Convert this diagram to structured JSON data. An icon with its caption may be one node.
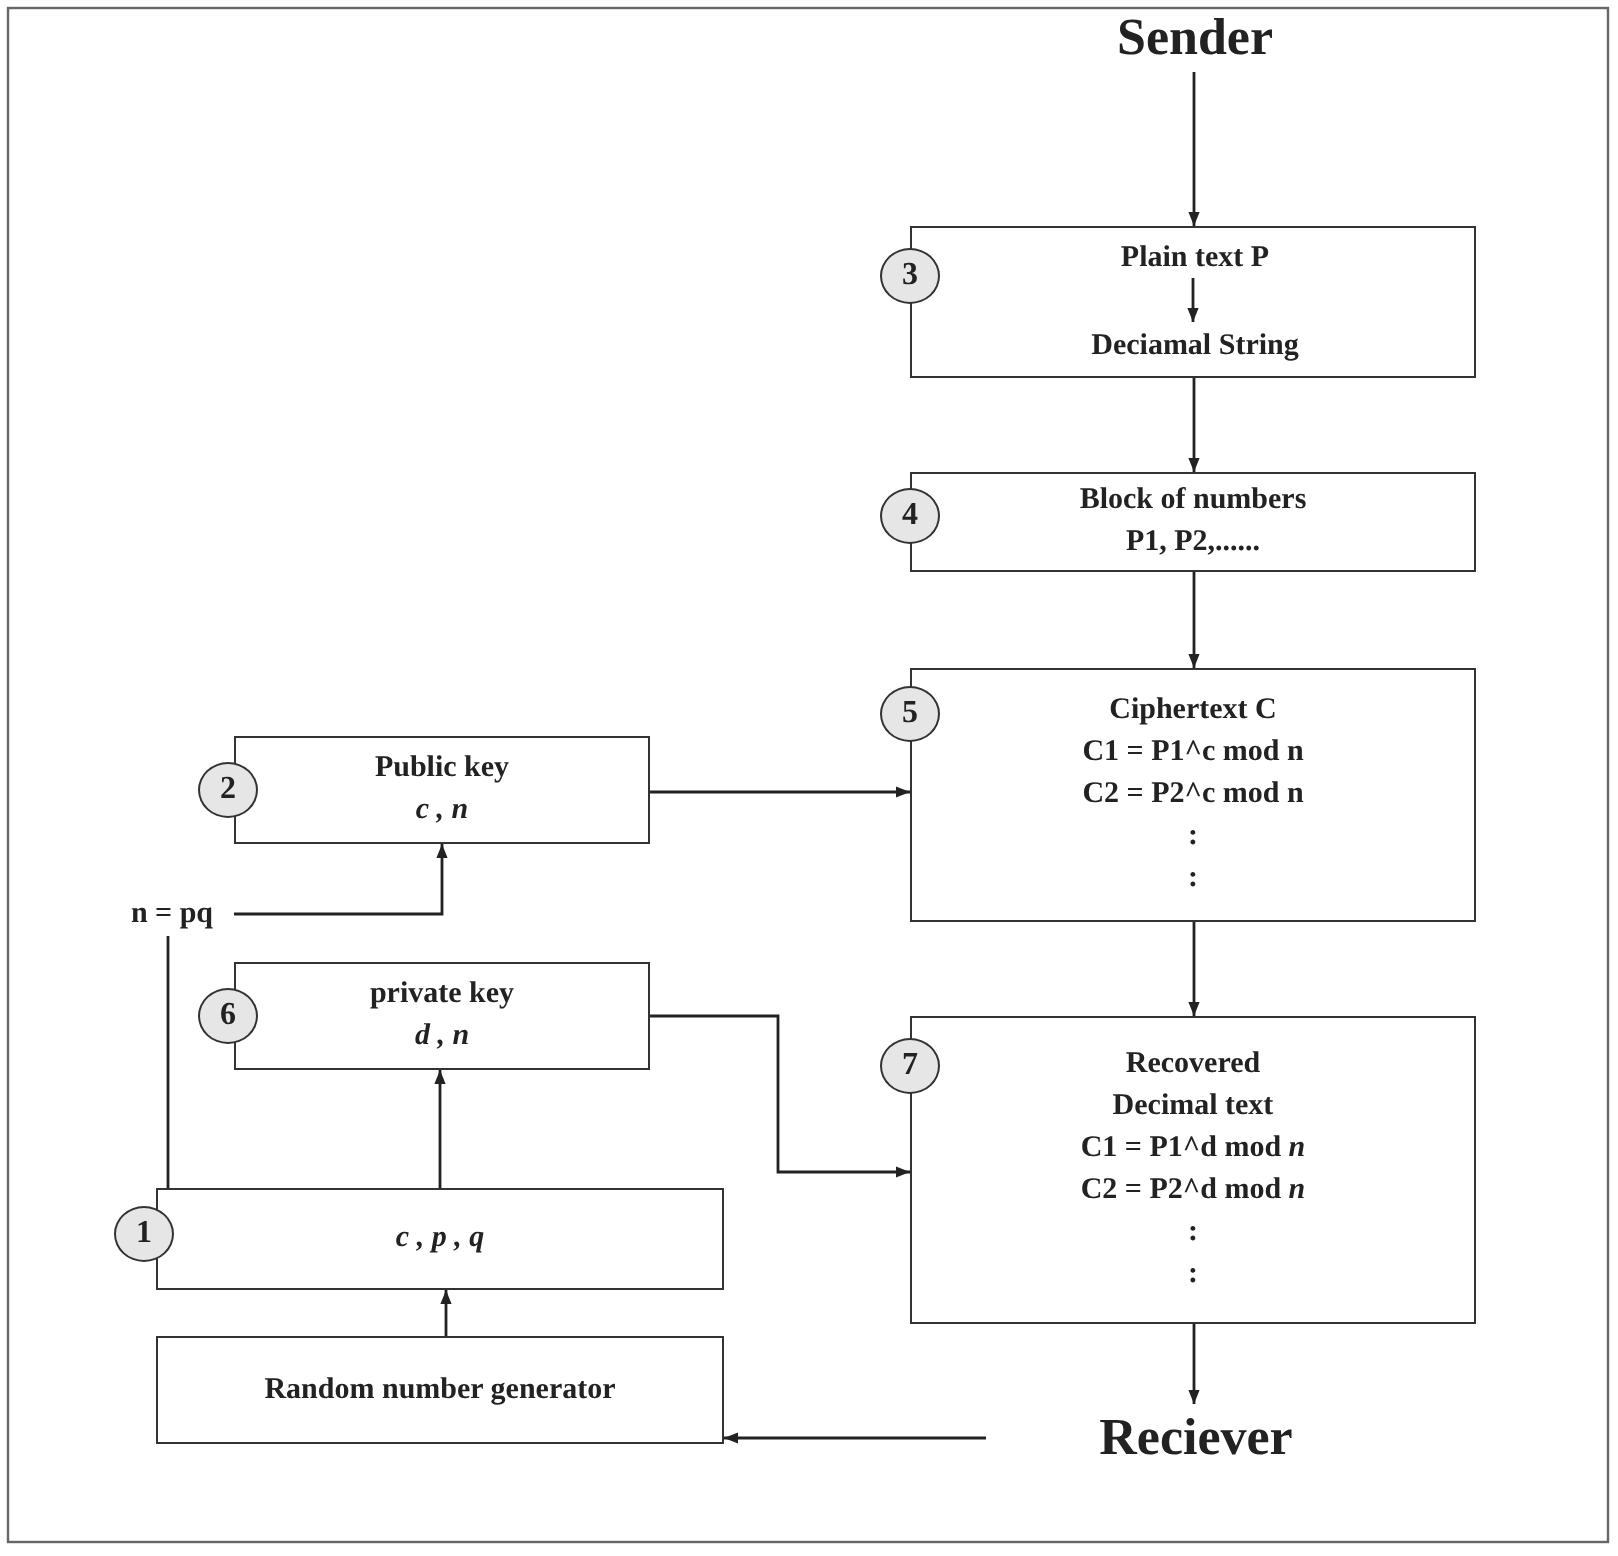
{
  "diagram": {
    "nodes": [
      {
        "text": [
          "Sender"
        ]
      },
      {
        "text": [],
        "shape": "box"
      },
      {
        "text": [
          "Plain text P"
        ],
        "in": 1
      },
      {
        "text": [
          "Deciamal String"
        ],
        "in": 1
      },
      {
        "text": [
          "3"
        ]
      },
      {
        "text": [
          "Block of numbers",
          "P1, P2,......"
        ]
      },
      {
        "text": [
          "4"
        ]
      },
      {
        "text": [
          "Ciphertext C",
          "C1 = P1^c mod n",
          "C2 = P2^c mod n",
          ":",
          ":"
        ]
      },
      {
        "text": [
          "5"
        ]
      },
      {
        "text": [
          "Public key",
          "c , n"
        ]
      },
      {
        "text": [
          "2"
        ]
      },
      {
        "text": [
          "n = pq"
        ]
      },
      {
        "text": [
          "private key",
          "d , n"
        ]
      },
      {
        "text": [
          "6"
        ]
      },
      {
        "text": [
          "Recovered Decimal text",
          "C1 = P1^d mod *n*",
          "C2 = P2^d mod *n*",
          ":",
          ":"
        ]
      },
      {
        "text": [
          "7"
        ]
      },
      {
        "text": [
          "c , p , q"
        ]
      },
      {
        "text": [
          "1"
        ]
      },
      {
        "text": [
          "Random number generator"
        ]
      },
      {
        "text": [
          "Reciever"
        ]
      }
    ],
    "edges": [
      {
        "from": 0,
        "to": 1,
        "arrow": "to"
      },
      {
        "from": 2,
        "to": 3,
        "arrow": "to"
      },
      {
        "from": 1,
        "to": 5,
        "arrow": "to"
      },
      {
        "from": 5,
        "to": 7,
        "arrow": "to"
      },
      {
        "from": 9,
        "to": 7,
        "arrow": "to"
      },
      {
        "from": 11,
        "to": 9,
        "arrow": "to"
      },
      {
        "from": 16,
        "to": 11,
        "arrow": "none"
      },
      {
        "from": 16,
        "to": 12,
        "arrow": "to"
      },
      {
        "from": 12,
        "to": 14,
        "arrow": "to"
      },
      {
        "from": 7,
        "to": 14,
        "arrow": "to"
      },
      {
        "from": 14,
        "to": 19,
        "arrow": "to"
      },
      {
        "from": 19,
        "to": 18,
        "arrow": "to"
      },
      {
        "from": 18,
        "to": 16,
        "arrow": "to"
      }
    ]
  }
}
